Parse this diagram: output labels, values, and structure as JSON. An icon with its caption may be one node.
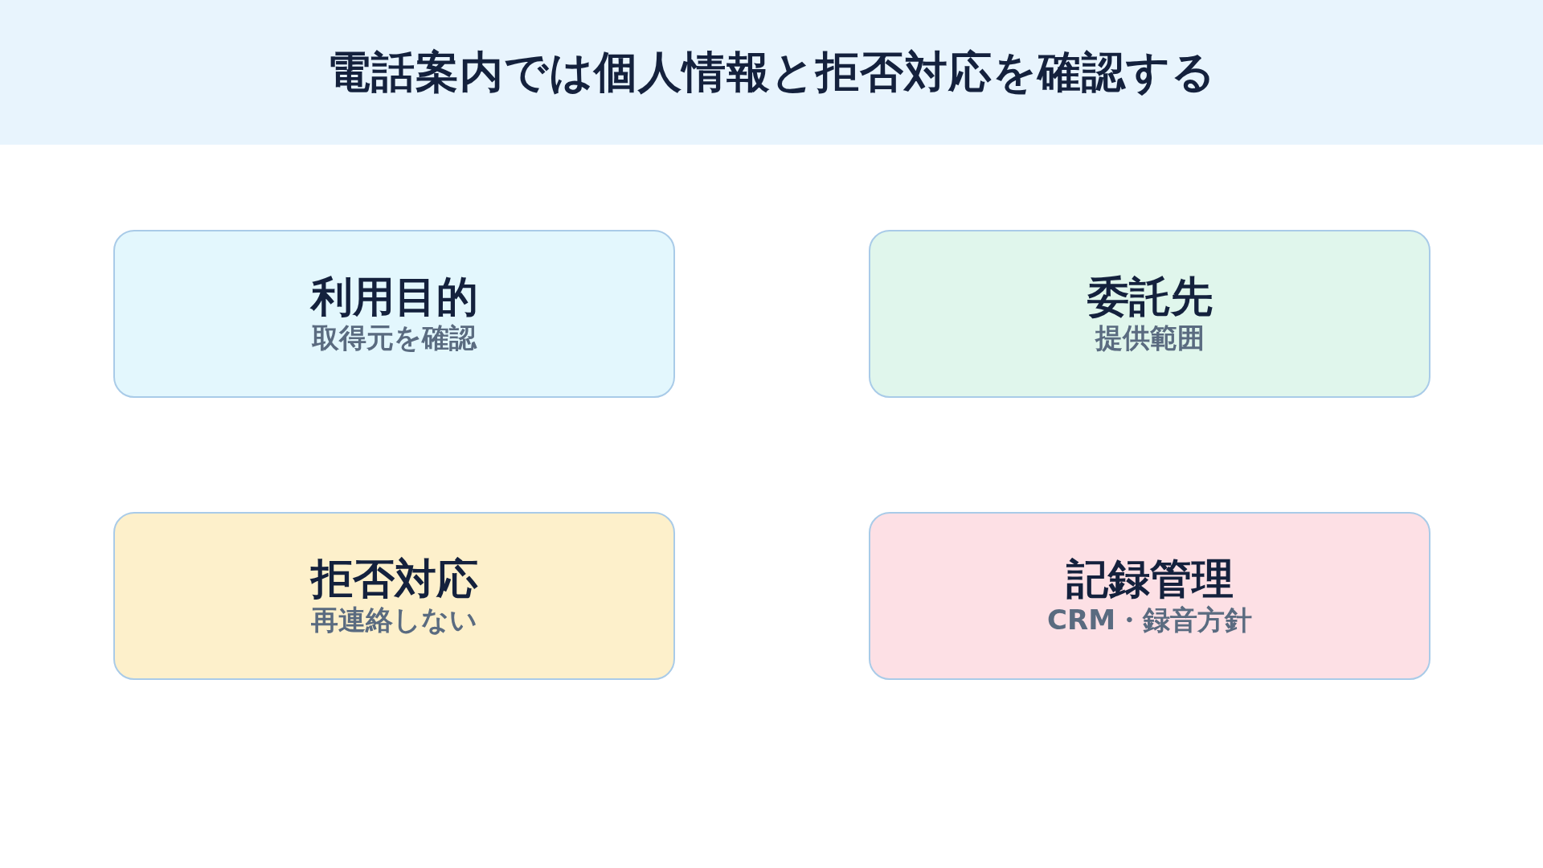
{
  "diagram": {
    "title": "電話案内では個人情報と拒否対応を確認する",
    "nodes": [
      {
        "text": [
          "利用目的",
          "取得元を確認"
        ]
      },
      {
        "text": [
          "委託先",
          "提供範囲"
        ]
      },
      {
        "text": [
          "拒否対応",
          "再連絡しない"
        ]
      },
      {
        "text": [
          "記録管理",
          "CRM・録音方針"
        ]
      }
    ]
  }
}
